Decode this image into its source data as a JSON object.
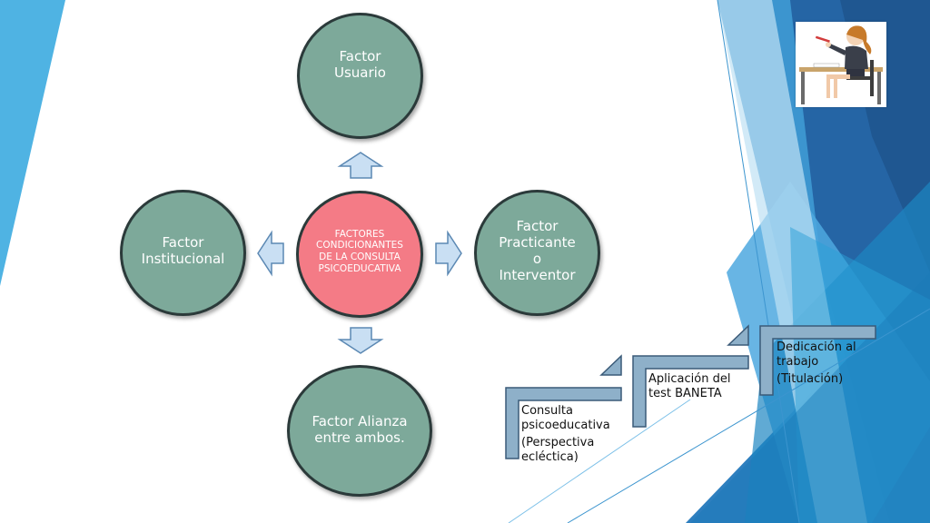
{
  "center": {
    "line1": "FACTORES",
    "line2": "CONDICIONANTES",
    "line3": "DE LA CONSULTA",
    "line4": "PSICOEDUCATIVA"
  },
  "factors": {
    "top": {
      "line1": "Factor",
      "line2": "Usuario"
    },
    "left": {
      "line1": "Factor",
      "line2": "Institucional"
    },
    "right": {
      "line1": "Factor",
      "line2": "Practicante",
      "line3": "o",
      "line4": "Interventor"
    },
    "bottom": {
      "line1": "Factor Alianza",
      "line2": "entre ambos."
    }
  },
  "steps": [
    {
      "line1": "Consulta",
      "line2": "psicoeducativa",
      "line3": "(Perspectiva",
      "line4": "ecléctica)"
    },
    {
      "line1": "Aplicación del",
      "line2": "test BANETA"
    },
    {
      "line1": "Dedicación al",
      "line2": "trabajo",
      "line3": "(Titulación)"
    }
  ],
  "colors": {
    "circle_green": "#7da99a",
    "circle_pink": "#f47b86",
    "arrow_fill": "#c9dff3",
    "accent_blue": "#2b7bbf"
  },
  "image": {
    "icon": "teacher-at-desk-illustration"
  }
}
